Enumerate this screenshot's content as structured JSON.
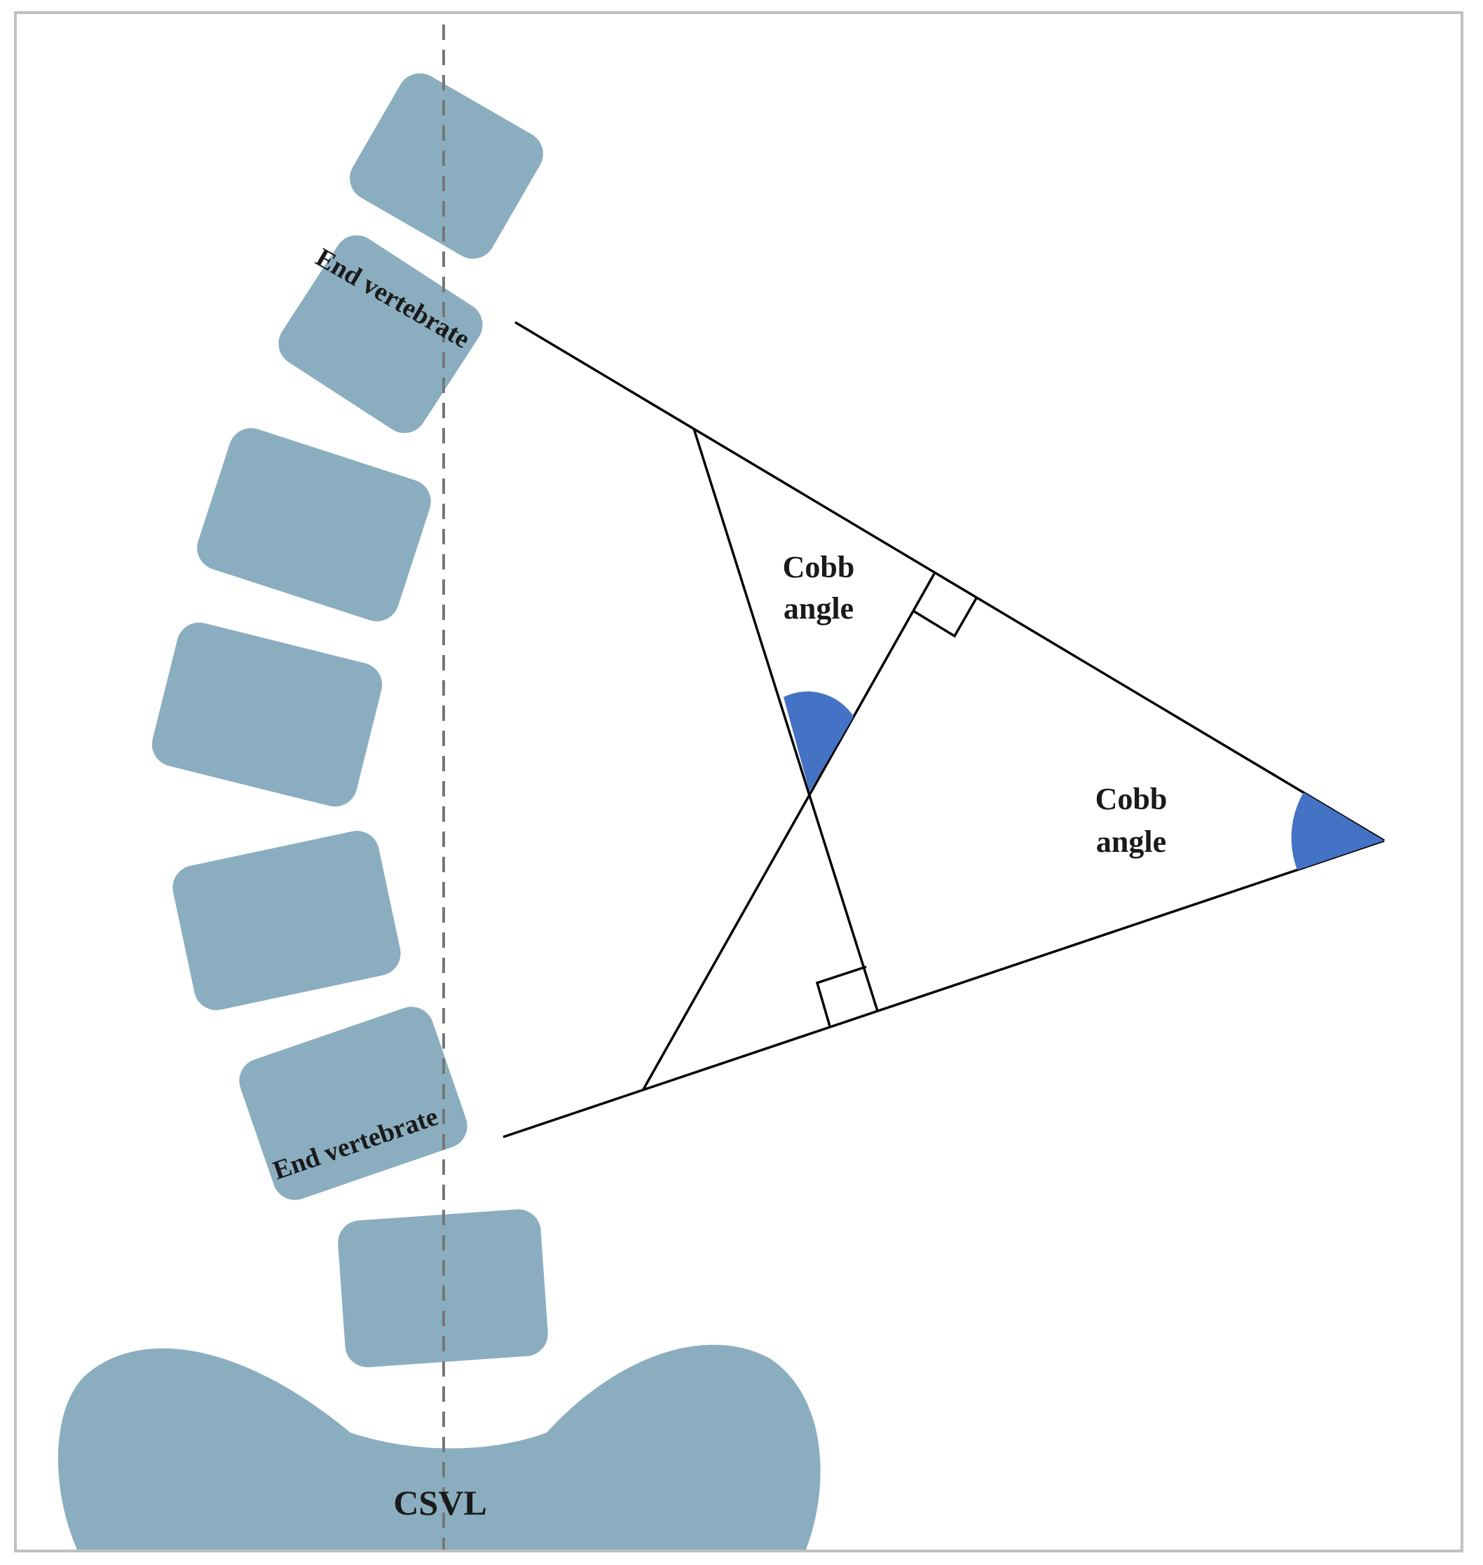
{
  "labels": {
    "end_vertebrate_top": "End vertebrate",
    "end_vertebrate_bottom": "End vertebrate",
    "cobb_angle_1_line1": "Cobb",
    "cobb_angle_1_line2": "angle",
    "cobb_angle_2_line1": "Cobb",
    "cobb_angle_2_line2": "angle",
    "csvl": "CSVL"
  },
  "colors": {
    "vertebra": "#8aaec0",
    "angle_marker": "#4472c4",
    "csvl_line": "#777777",
    "line": "#000000"
  }
}
